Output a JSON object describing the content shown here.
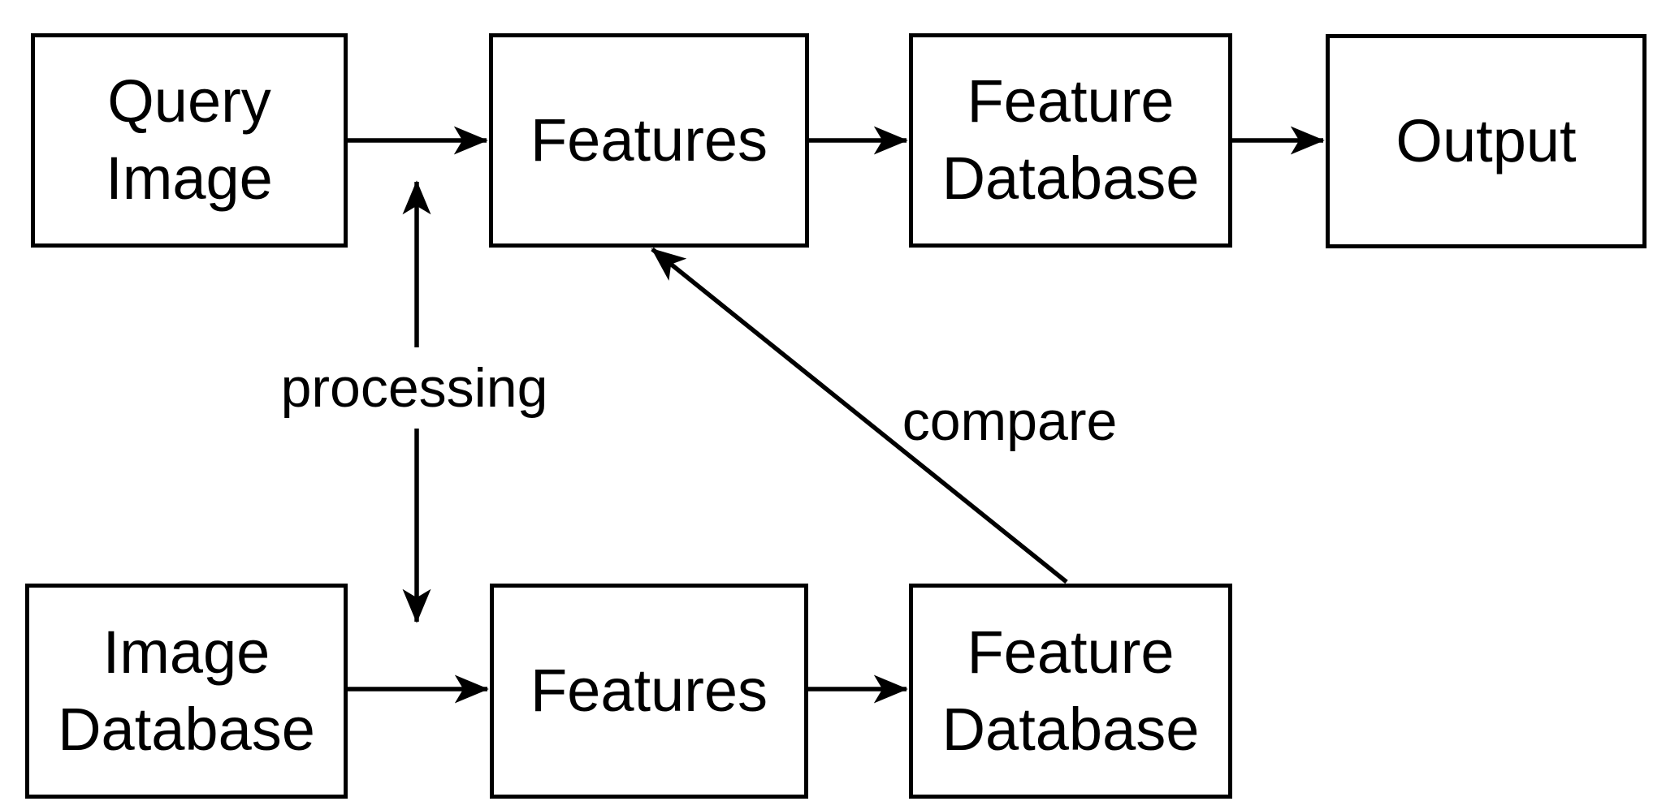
{
  "diagram": {
    "type": "flowchart",
    "colors": {
      "stroke": "#000000",
      "background": "#ffffff",
      "text": "#000000"
    },
    "boxes": [
      {
        "id": "query-image",
        "label": "Query\nImage"
      },
      {
        "id": "features-top",
        "label": "Features"
      },
      {
        "id": "feature-database-top",
        "label": "Feature\nDatabase"
      },
      {
        "id": "output",
        "label": "Output"
      },
      {
        "id": "image-database",
        "label": "Image\nDatabase"
      },
      {
        "id": "features-bottom",
        "label": "Features"
      },
      {
        "id": "feature-database-bottom",
        "label": "Feature\nDatabase"
      }
    ],
    "edge_labels": {
      "processing": "processing",
      "compare": "compare"
    },
    "edges": [
      {
        "from": "query-image",
        "to": "features-top",
        "style": "arrow-right"
      },
      {
        "from": "features-top",
        "to": "feature-database-top",
        "style": "arrow-right"
      },
      {
        "from": "feature-database-top",
        "to": "output",
        "style": "arrow-right"
      },
      {
        "from": "image-database",
        "to": "features-bottom",
        "style": "arrow-right"
      },
      {
        "from": "features-bottom",
        "to": "feature-database-bottom",
        "style": "arrow-right"
      },
      {
        "from": "query-image",
        "to": "image-database",
        "style": "double-headed-vertical",
        "label": "processing"
      },
      {
        "from": "feature-database-bottom",
        "to": "features-top",
        "style": "arrow-diagonal",
        "label": "compare"
      }
    ]
  }
}
